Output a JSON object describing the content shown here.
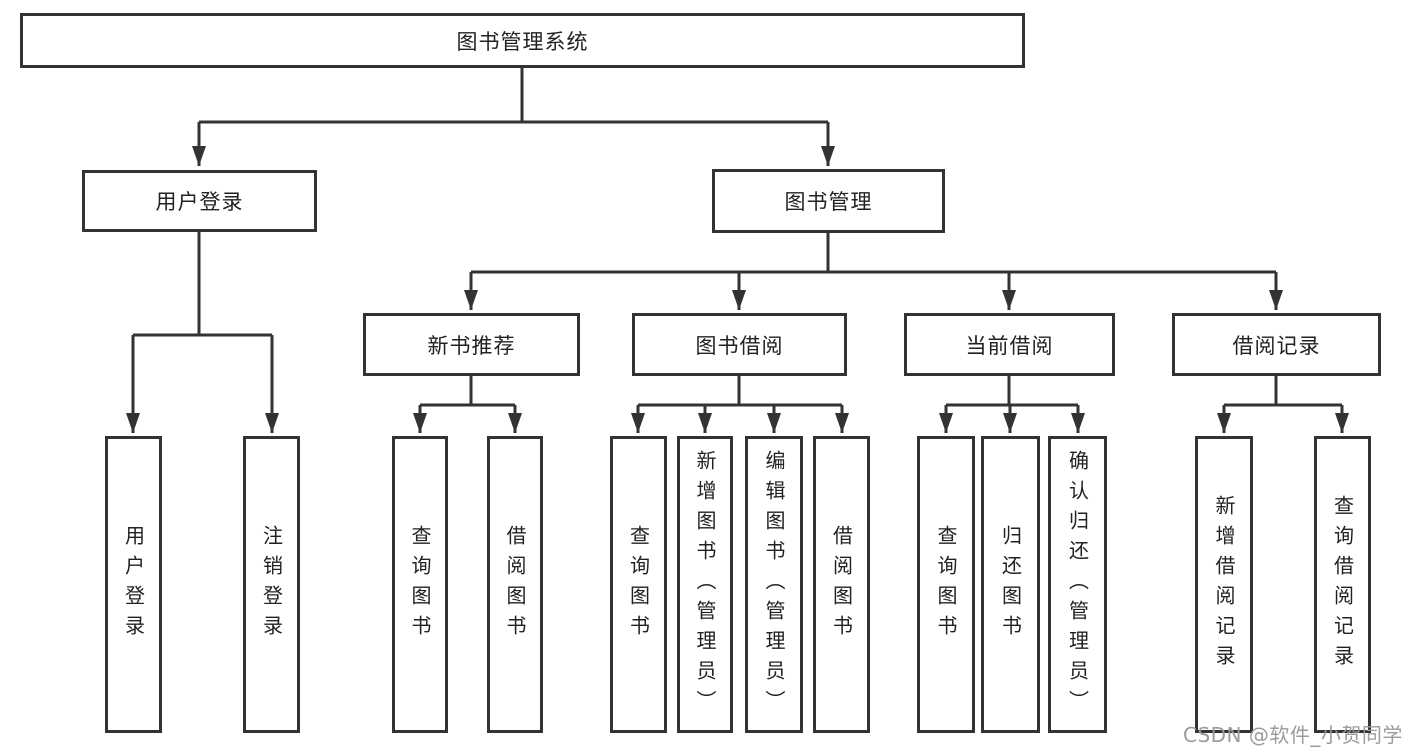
{
  "colors": {
    "line": "#333333",
    "box_border": "#333333",
    "text": "#222222",
    "background": "#ffffff",
    "watermark": "#9b9b9b"
  },
  "watermark": "CSDN @软件_小贺同学",
  "tree": {
    "root": {
      "label": "图书管理系统",
      "children": [
        {
          "label": "用户登录",
          "children": [
            {
              "label": "用户登录"
            },
            {
              "label": "注销登录"
            }
          ]
        },
        {
          "label": "图书管理",
          "children": [
            {
              "label": "新书推荐",
              "children": [
                {
                  "label": "查询图书"
                },
                {
                  "label": "借阅图书"
                }
              ]
            },
            {
              "label": "图书借阅",
              "children": [
                {
                  "label": "查询图书"
                },
                {
                  "label": "新增图书（管理员）"
                },
                {
                  "label": "编辑图书（管理员）"
                },
                {
                  "label": "借阅图书"
                }
              ]
            },
            {
              "label": "当前借阅",
              "children": [
                {
                  "label": "查询图书"
                },
                {
                  "label": "归还图书"
                },
                {
                  "label": "确认归还（管理员）"
                }
              ]
            },
            {
              "label": "借阅记录",
              "children": [
                {
                  "label": "新增借阅记录"
                },
                {
                  "label": "查询借阅记录"
                }
              ]
            }
          ]
        }
      ]
    }
  }
}
